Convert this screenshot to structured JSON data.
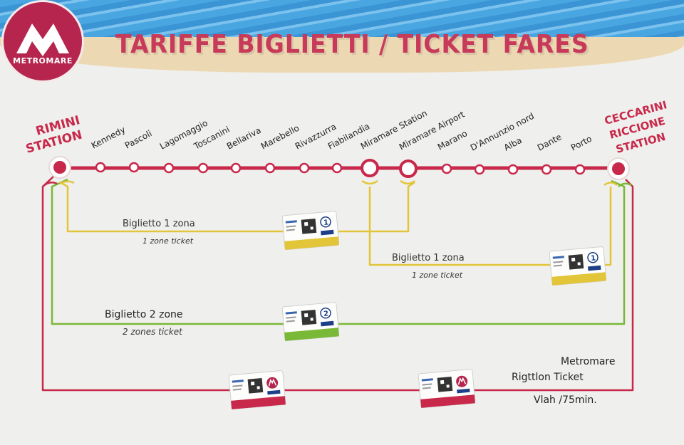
{
  "brand": {
    "logo_text": "METROMARE",
    "color": "#b5254d"
  },
  "title": "TARIFFE BIGLIETTI / TICKET FARES",
  "terminals": {
    "left": [
      "RIMINI",
      "STATION"
    ],
    "right": [
      "CECCARINI",
      "RICCIONE",
      "STATION"
    ]
  },
  "stations": [
    "Kennedy",
    "Pascoli",
    "Lagomaggio",
    "Toscanini",
    "Bellariva",
    "Marebello",
    "Rivazzurra",
    "Fiabilandia",
    "Miramare Station",
    "Miramare Airport",
    "Marano",
    "D'Annunzio nord",
    "Alba",
    "Dante",
    "Porto"
  ],
  "fares": {
    "zone1_left": {
      "label_it": "Biglietto 1 zona",
      "label_en": "1 zone ticket",
      "color": "#e3c53a"
    },
    "zone1_right": {
      "label_it": "Biglietto 1 zona",
      "label_en": "1 zone ticket",
      "color": "#e3c53a"
    },
    "zone2": {
      "label_it": "Biglietto 2 zone",
      "label_en": "2 zones ticket",
      "color": "#7ab837"
    },
    "metromare": {
      "line1": "Metromare",
      "line2": "Rigttlon Ticket",
      "line3": "Vlah /75min.",
      "color": "#c8284a"
    }
  },
  "line_color": "#c8284a",
  "ticket_numbers": {
    "zone1": "1",
    "zone2": "2"
  }
}
